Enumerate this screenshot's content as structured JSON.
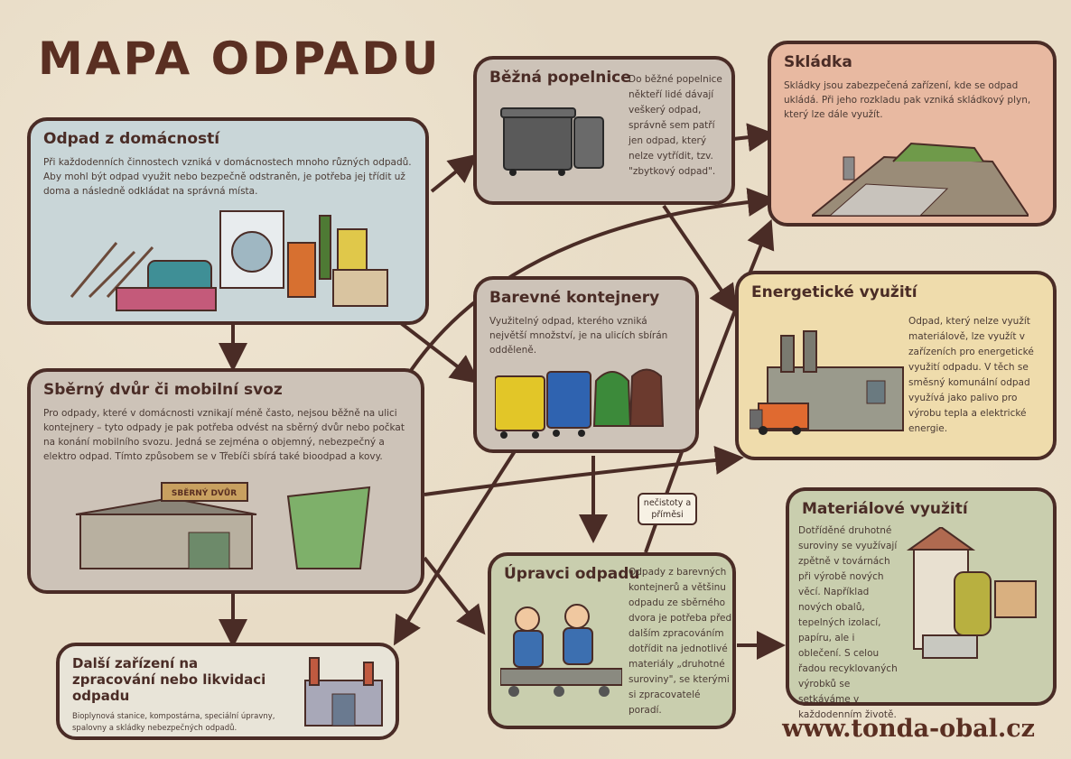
{
  "title": "MAPA ODPADU",
  "url": "www.tonda-obal.cz",
  "colors": {
    "border": "#4a2c26",
    "household": "#c9d6d8",
    "bin": "#cdc3b8",
    "landfill": "#e8b9a1",
    "energy": "#efdcac",
    "material": "#c9ceae",
    "brown_text": "#5a2f22"
  },
  "household": {
    "heading": "Odpad z domácností",
    "text": "Při každodenních činnostech vzniká v domácnostech mnoho různých odpadů. Aby mohl být odpad využit nebo bezpečně odstraněn, je potřeba jej třídit už doma a následně odkládat na správná místa."
  },
  "bin": {
    "heading": "Běžná popelnice",
    "text": "Do běžné popelnice někteří lidé dávají veškerý odpad, správně sem patří jen odpad, který nelze vytřídit, tzv. \"zbytkový odpad\"."
  },
  "landfill": {
    "heading": "Skládka",
    "text": "Skládky jsou zabezpečená zařízení, kde se odpad ukládá. Při jeho rozkladu pak vzniká skládkový plyn, který lze dále využít."
  },
  "containers": {
    "heading": "Barevné kontejnery",
    "text": "Využitelný odpad, kterého vzniká největší množství, je na ulicích sbírán odděleně."
  },
  "energy": {
    "heading": "Energetické využití",
    "text": "Odpad, který nelze využít materiálově, lze využít v zařízeních pro energetické využití odpadu. V těch se směsný komunální odpad využívá jako palivo pro výrobu tepla a elektrické energie."
  },
  "yard": {
    "heading": "Sběrný dvůr či mobilní svoz",
    "text": "Pro odpady, které v domácnosti vznikají méně často, nejsou běžně na ulici kontejnery – tyto odpady je pak potřeba odvést na sběrný dvůr nebo počkat na konání mobilního svozu. Jedná se zejména o objemný, nebezpečný a elektro odpad. Tímto způsobem se v Třebíči sbírá také bioodpad a kovy.",
    "sign": "SBĚRNÝ DVŮR"
  },
  "note": "nečistoty a příměsi",
  "processors": {
    "heading": "Úpravci odpadu",
    "text": "Odpady z barevných kontejnerů a většinu odpadu ze sběrného dvora je potřeba před dalším zpracováním dotřídit na jednotlivé materiály „druhotné suroviny\", se kterými si zpracovatelé poradí."
  },
  "material": {
    "heading": "Materiálové využití",
    "text": "Dotříděné druhotné suroviny se využívají zpětně v továrnách při výrobě nových věcí. Například nových obalů, tepelných izolací, papíru, ale i oblečení. S celou řadou recyklovaných výrobků se setkáváme v každodenním životě."
  },
  "other": {
    "heading": "Další zařízení na zpracování nebo likvidaci odpadu",
    "text": "Bioplynová stanice, kompostárna, speciální úpravny, spalovny a skládky nebezpečných odpadů."
  },
  "icons": [
    "bin-icon",
    "container-icon",
    "landfill-icon",
    "factory-icon",
    "truck-icon",
    "worker-icon",
    "washing-machine-icon",
    "building-icon"
  ]
}
